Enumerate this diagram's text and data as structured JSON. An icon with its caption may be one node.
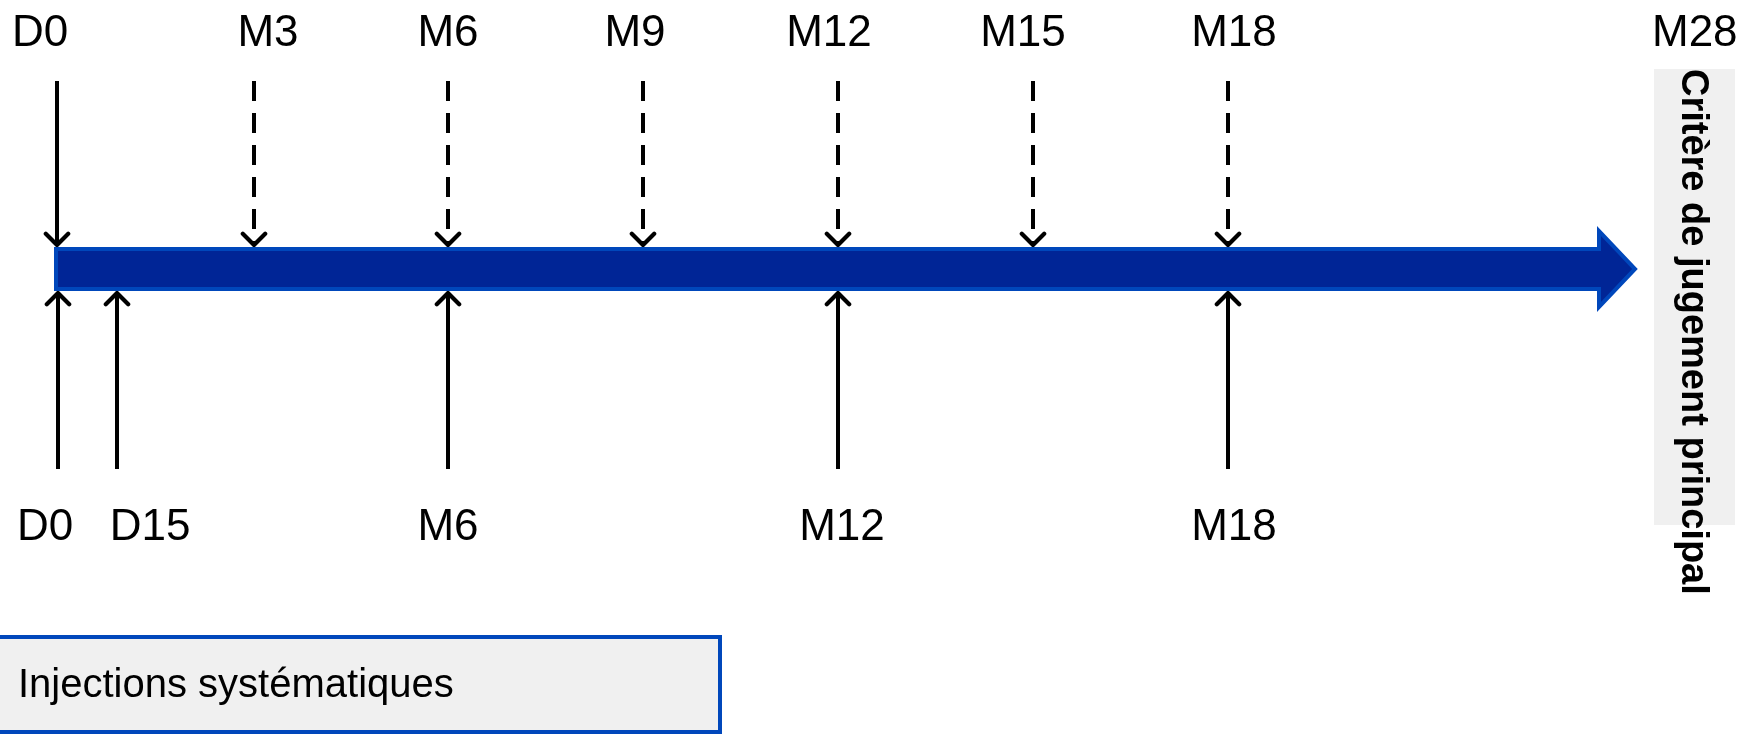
{
  "diagram": {
    "nodes": [
      {
        "text": [
          "D0"
        ]
      },
      {
        "text": [
          "M3"
        ]
      },
      {
        "text": [
          "M6"
        ]
      },
      {
        "text": [
          "M9"
        ]
      },
      {
        "text": [
          "M12"
        ]
      },
      {
        "text": [
          "M15"
        ]
      },
      {
        "text": [
          "M18"
        ]
      },
      {
        "text": [],
        "shape": "arrow"
      },
      {
        "text": [
          "D0"
        ]
      },
      {
        "text": [
          "D15"
        ]
      },
      {
        "text": [
          "M6"
        ]
      },
      {
        "text": [
          "M12"
        ]
      },
      {
        "text": [
          "M18"
        ]
      },
      {
        "text": [
          "Critère de jugement principal"
        ]
      },
      {
        "text": [
          "Injections systématiques"
        ]
      }
    ],
    "edges": [
      {
        "from": 0,
        "to": 7,
        "arrow": "to"
      },
      {
        "from": 1,
        "to": 7,
        "arrow": "to",
        "style": "dashed"
      },
      {
        "from": 2,
        "to": 7,
        "arrow": "to",
        "style": "dashed"
      },
      {
        "from": 3,
        "to": 7,
        "arrow": "to",
        "style": "dashed"
      },
      {
        "from": 4,
        "to": 7,
        "arrow": "to",
        "style": "dashed"
      },
      {
        "from": 5,
        "to": 7,
        "arrow": "to",
        "style": "dashed"
      },
      {
        "from": 6,
        "to": 7,
        "arrow": "to",
        "style": "dashed"
      },
      {
        "from": 8,
        "to": 7,
        "arrow": "to"
      },
      {
        "from": 9,
        "to": 7,
        "arrow": "to"
      },
      {
        "from": 10,
        "to": 7,
        "arrow": "to"
      },
      {
        "from": 11,
        "to": 7,
        "arrow": "to"
      },
      {
        "from": 12,
        "to": 7,
        "arrow": "to"
      }
    ],
    "labels": [
      "M28"
    ]
  }
}
